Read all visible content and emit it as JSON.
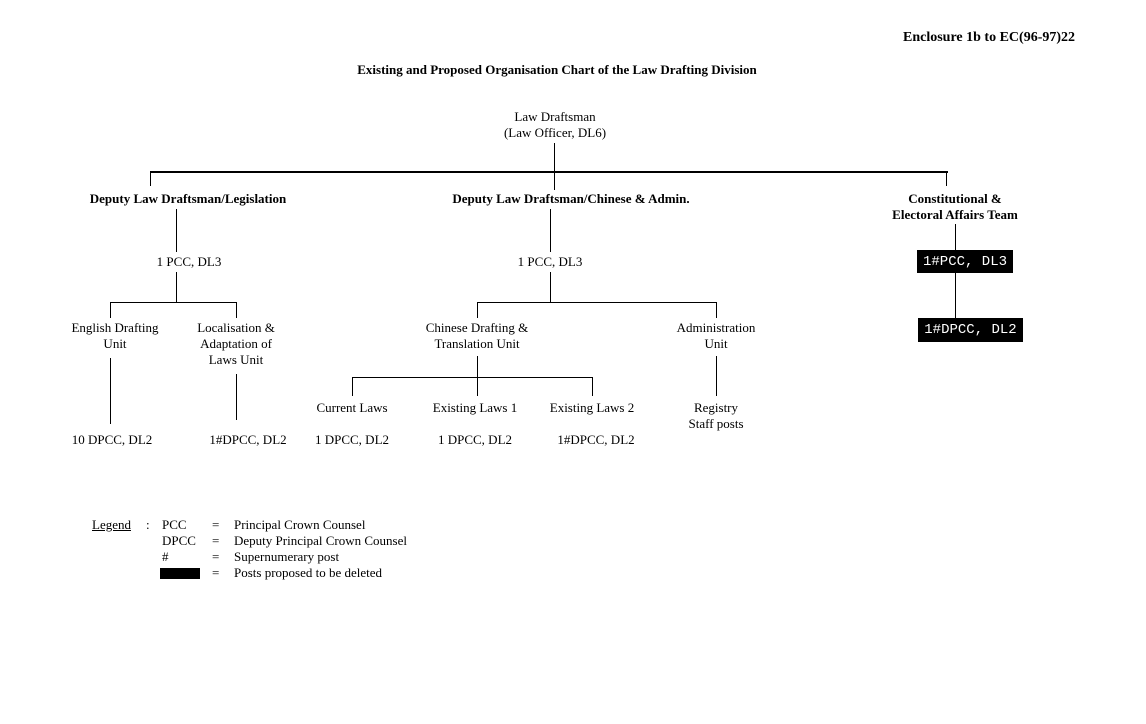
{
  "colors": {
    "ink": "#000000",
    "paper": "#ffffff",
    "deleted_post_bg": "#000000",
    "deleted_post_text": "#ffffff"
  },
  "header": {
    "enclosure": "Enclosure 1b to EC(96-97)22",
    "title": "Existing and Proposed Organisation Chart of the Law Drafting Division"
  },
  "root": {
    "label": "Law Draftsman\n(Law Officer, DL6)"
  },
  "legislation": {
    "heading": "Deputy Law Draftsman/Legislation",
    "post": "1 PCC, DL3",
    "english_unit": "English Drafting\nUnit",
    "english_post": "10 DPCC, DL2",
    "localisation_unit": "Localisation &\nAdaptation of\nLaws Unit",
    "localisation_post": "1#DPCC, DL2"
  },
  "chinese_admin": {
    "heading": "Deputy Law Draftsman/Chinese & Admin.",
    "post": "1 PCC, DL3",
    "chinese_unit": "Chinese Drafting &\nTranslation Unit",
    "admin_unit": "Administration\nUnit",
    "current_laws": "Current Laws",
    "current_laws_post": "1 DPCC, DL2",
    "existing_laws_1": "Existing Laws 1",
    "existing_laws_1_post": "1 DPCC, DL2",
    "existing_laws_2": "Existing Laws 2",
    "existing_laws_2_post": "1#DPCC, DL2",
    "registry": "Registry\nStaff posts"
  },
  "constitutional": {
    "heading": "Constitutional &\nElectoral Affairs Team",
    "pcc_box": "1#PCC, DL3",
    "dpcc_box": "1#DPCC, DL2"
  },
  "legend": {
    "label": "Legend",
    "colon": ":",
    "rows": [
      {
        "abbr": "PCC",
        "eq": "=",
        "desc": "Principal Crown Counsel"
      },
      {
        "abbr": "DPCC",
        "eq": "=",
        "desc": "Deputy Principal Crown Counsel"
      },
      {
        "abbr": "#",
        "eq": "=",
        "desc": "Supernumerary post"
      },
      {
        "abbr": "",
        "eq": "=",
        "desc": "Posts proposed to be deleted"
      }
    ]
  }
}
